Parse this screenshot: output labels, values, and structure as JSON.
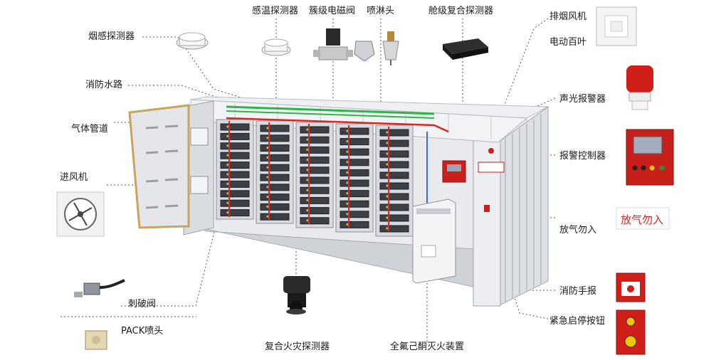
{
  "labels": {
    "temp_detector": "感温探测器",
    "cluster_valve": "簇级电磁阀",
    "sprinkler": "喷淋头",
    "cabin_detector": "舱级复合探测器",
    "exhaust_fan": "排烟风机",
    "electric_louver": "电动百叶",
    "smoke_detector": "烟感探测器",
    "fire_water": "消防水路",
    "gas_pipe": "气体管道",
    "intake_fan": "进风机",
    "alarm_light": "声光报警器",
    "alarm_controller": "报警控制器",
    "no_entry": "放气勿入",
    "manual_alarm": "消防手报",
    "emergency_button": "紧急启停按钮",
    "puncture_valve": "刺破阀",
    "pack_nozzle": "PACK喷头",
    "composite_detector": "复合火灾探测器",
    "extinguisher": "全氟己酮灭火装置"
  },
  "signs": {
    "no_entry_sign": "放气勿入"
  },
  "colors": {
    "red_pipe": "#d22a25",
    "green_pipe": "#2bb54b",
    "blue_pipe": "#3b6fd6",
    "alarm_red": "#cc1f1a",
    "cabinet": "#dfe1e6"
  }
}
